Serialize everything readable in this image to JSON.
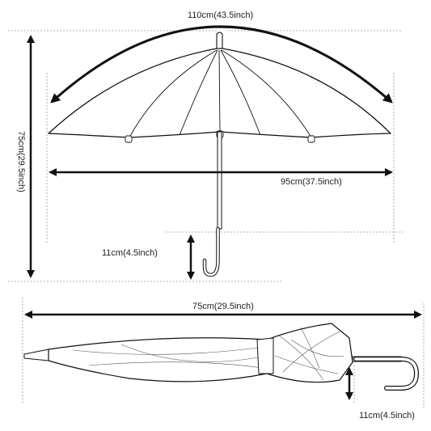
{
  "labels": {
    "arc_span": "110cm(43.5inch)",
    "open_height": "75cm(29.5inch)",
    "canopy_width": "95cm(37.5inch)",
    "handle_open": "11cm(4.5inch)",
    "closed_length": "75cm(29.5inch)",
    "handle_closed": "11cm(4.5inch)"
  }
}
